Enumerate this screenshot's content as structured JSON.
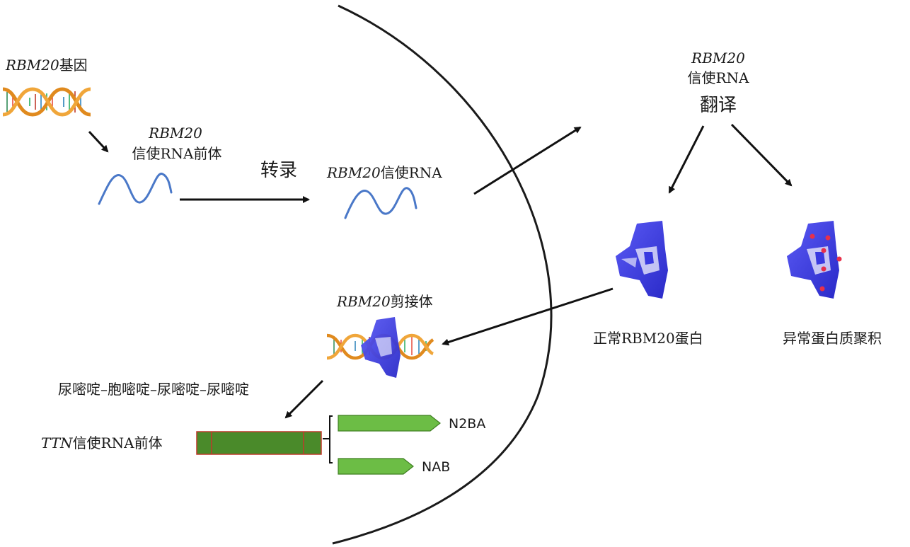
{
  "labels": {
    "gene_name": "RBM20",
    "gene_suffix": "基因",
    "pre_mrna_gene": "RBM20",
    "pre_mrna_text": "信使RNA前体",
    "transcription": "转录",
    "mrna_gene": "RBM20",
    "mrna_text": "信使RNA",
    "out_mrna_gene": "RBM20",
    "out_mrna_text": "信使RNA",
    "translation": "翻译",
    "normal_protein": "正常RBM20蛋白",
    "abnormal_protein": "异常蛋白质聚积",
    "spliceosome_gene": "RBM20",
    "spliceosome_text": "剪接体",
    "motif": "尿嘧啶–胞嘧啶–尿嘧啶–尿嘧啶",
    "ttn_gene": "TTN",
    "ttn_text": "信使RNA前体",
    "isoform_1": "N2BA",
    "isoform_2": "NAB"
  },
  "icons": [
    "dna-helix-icon",
    "rna-wave-icon",
    "protein-structure-icon",
    "protein-aggregate-icon",
    "spliceosome-icon"
  ],
  "colors": {
    "rna": "#4a78c8",
    "protein": "#3a3ae0",
    "aggregate_dot": "#e8304a",
    "ttn_bar": "#4a8a2a",
    "isoform": "#6cbd45",
    "dna_orange": "#e08a1e",
    "membrane": "#1a1a1a"
  }
}
